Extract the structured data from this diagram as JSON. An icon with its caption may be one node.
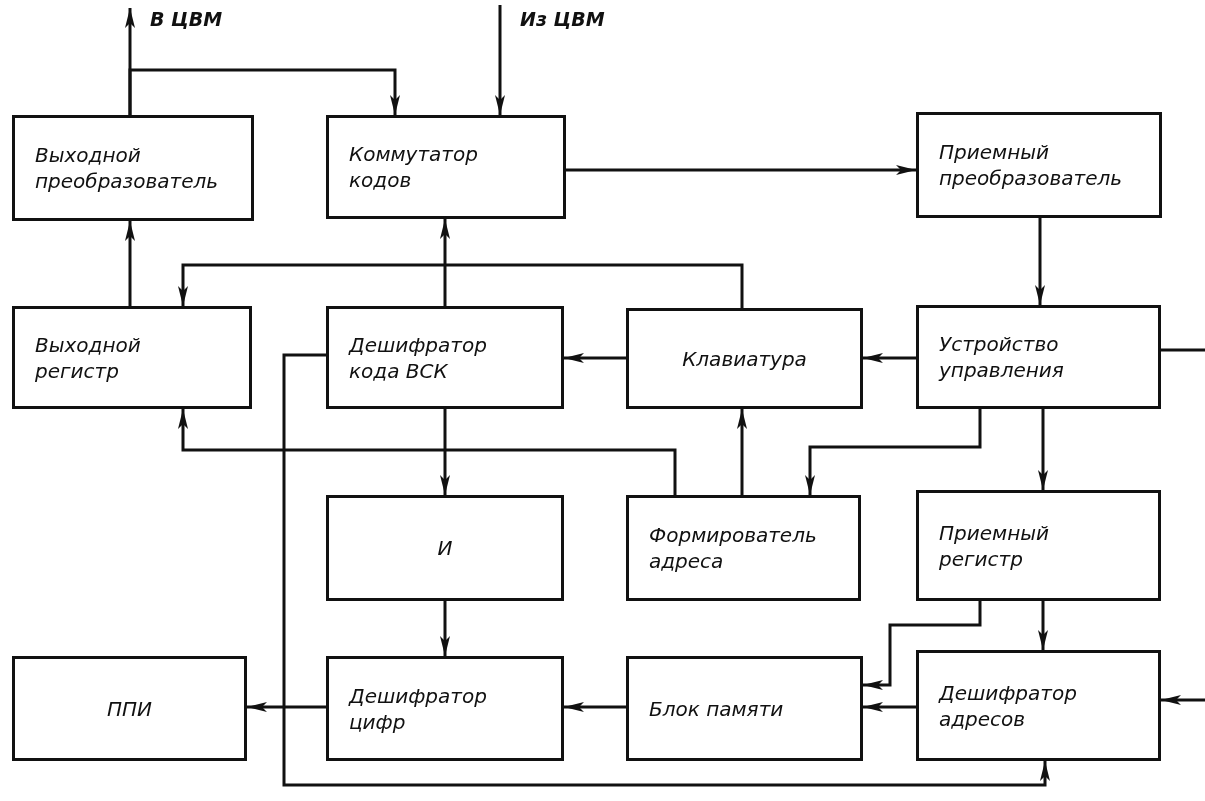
{
  "diagram": {
    "nodes": [
      {
        "text": [
          "Выходной преобразователь"
        ]
      },
      {
        "text": [
          "Коммутатор кодов"
        ]
      },
      {
        "text": [
          "Приемный преобразователь"
        ]
      },
      {
        "text": [
          "Выходной регистр"
        ]
      },
      {
        "text": [
          "Дешифратор кода ВСК"
        ]
      },
      {
        "text": [
          "Клавиатура"
        ]
      },
      {
        "text": [
          "Устройство управления"
        ]
      },
      {
        "text": [
          "И"
        ]
      },
      {
        "text": [
          "Формирователь адреса"
        ]
      },
      {
        "text": [
          "Приемный регистр"
        ]
      },
      {
        "text": [
          "ППИ"
        ]
      },
      {
        "text": [
          "Дешифратор цифр"
        ]
      },
      {
        "text": [
          "Блок памяти"
        ]
      },
      {
        "text": [
          "Дешифратор адресов"
        ]
      }
    ],
    "edges": [
      {
        "from": 0,
        "to": null,
        "arrow": "to",
        "label": "В ЦВМ"
      },
      {
        "from": 0,
        "to": 1,
        "arrow": "to"
      },
      {
        "from": null,
        "to": 1,
        "arrow": "to",
        "label": "Из ЦВМ"
      },
      {
        "from": 1,
        "to": 2,
        "arrow": "to"
      },
      {
        "from": 2,
        "to": 6,
        "arrow": "to"
      },
      {
        "from": 3,
        "to": 0,
        "arrow": "to"
      },
      {
        "from": 4,
        "to": 1,
        "arrow": "to"
      },
      {
        "from": 5,
        "to": 3,
        "arrow": "to"
      },
      {
        "from": 5,
        "to": 4,
        "arrow": "to"
      },
      {
        "from": 6,
        "to": 5,
        "arrow": "to"
      },
      {
        "from": 6,
        "to": null,
        "arrow": "none"
      },
      {
        "from": 6,
        "to": 8,
        "arrow": "to"
      },
      {
        "from": 6,
        "to": 9,
        "arrow": "to"
      },
      {
        "from": 8,
        "to": 5,
        "arrow": "to"
      },
      {
        "from": 8,
        "to": 3,
        "arrow": "to"
      },
      {
        "from": 4,
        "to": 7,
        "arrow": "to"
      },
      {
        "from": 4,
        "to": 13,
        "arrow": "to"
      },
      {
        "from": 7,
        "to": 11,
        "arrow": "to"
      },
      {
        "from": 11,
        "to": 10,
        "arrow": "to"
      },
      {
        "from": 12,
        "to": 11,
        "arrow": "to"
      },
      {
        "from": 13,
        "to": 12,
        "arrow": "to"
      },
      {
        "from": 9,
        "to": 12,
        "arrow": "to"
      },
      {
        "from": 9,
        "to": 13,
        "arrow": "to"
      },
      {
        "from": null,
        "to": 13,
        "arrow": "to"
      }
    ]
  }
}
